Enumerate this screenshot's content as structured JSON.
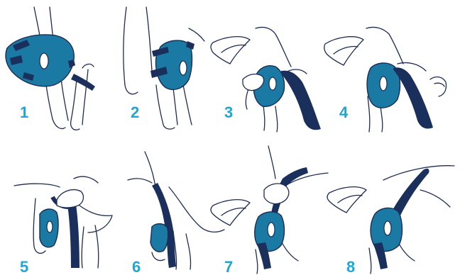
{
  "colors": {
    "number": "#21a5d3",
    "brace": "#1b7aa3",
    "strap": "#1b2f5c",
    "outline": "#1d2b55",
    "inner": "#ffffff"
  },
  "steps": [
    {
      "number": "1",
      "icon": "brace-front-view-icon"
    },
    {
      "number": "2",
      "icon": "brace-on-leg-side-view-icon"
    },
    {
      "number": "3",
      "icon": "brace-fitting-hand-icon"
    },
    {
      "number": "4",
      "icon": "brace-strap-pull-icon"
    },
    {
      "number": "5",
      "icon": "strap-over-back-hand-icon"
    },
    {
      "number": "6",
      "icon": "strap-wrapped-leg-icon"
    },
    {
      "number": "7",
      "icon": "strap-tighten-hand-icon"
    },
    {
      "number": "8",
      "icon": "brace-fitted-complete-icon"
    }
  ]
}
